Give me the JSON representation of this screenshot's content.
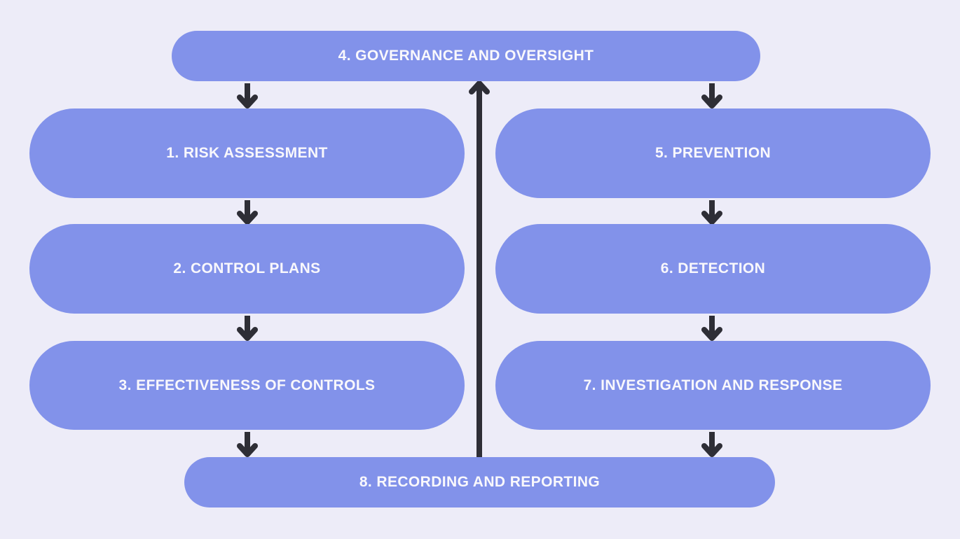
{
  "colors": {
    "background": "#EDECF8",
    "pill": "#8292EA",
    "arrow": "#2E2E36",
    "text": "#F9F8FC"
  },
  "diagram": {
    "type": "process-flow",
    "nodes": [
      {
        "id": "1",
        "label": "1. RISK ASSESSMENT"
      },
      {
        "id": "2",
        "label": "2. CONTROL PLANS"
      },
      {
        "id": "3",
        "label": "3. EFFECTIVENESS OF CONTROLS"
      },
      {
        "id": "4",
        "label": "4. GOVERNANCE AND OVERSIGHT"
      },
      {
        "id": "5",
        "label": "5. PREVENTION"
      },
      {
        "id": "6",
        "label": "6. DETECTION"
      },
      {
        "id": "7",
        "label": "7. INVESTIGATION AND RESPONSE"
      },
      {
        "id": "8",
        "label": "8. RECORDING AND REPORTING"
      }
    ],
    "edges": [
      {
        "from": "4",
        "to": "1",
        "direction": "down"
      },
      {
        "from": "4",
        "to": "5",
        "direction": "down"
      },
      {
        "from": "1",
        "to": "2",
        "direction": "down"
      },
      {
        "from": "2",
        "to": "3",
        "direction": "down"
      },
      {
        "from": "3",
        "to": "8",
        "direction": "down"
      },
      {
        "from": "5",
        "to": "6",
        "direction": "down"
      },
      {
        "from": "6",
        "to": "7",
        "direction": "down"
      },
      {
        "from": "7",
        "to": "8",
        "direction": "down"
      },
      {
        "from": "8",
        "to": "4",
        "direction": "up"
      }
    ]
  }
}
